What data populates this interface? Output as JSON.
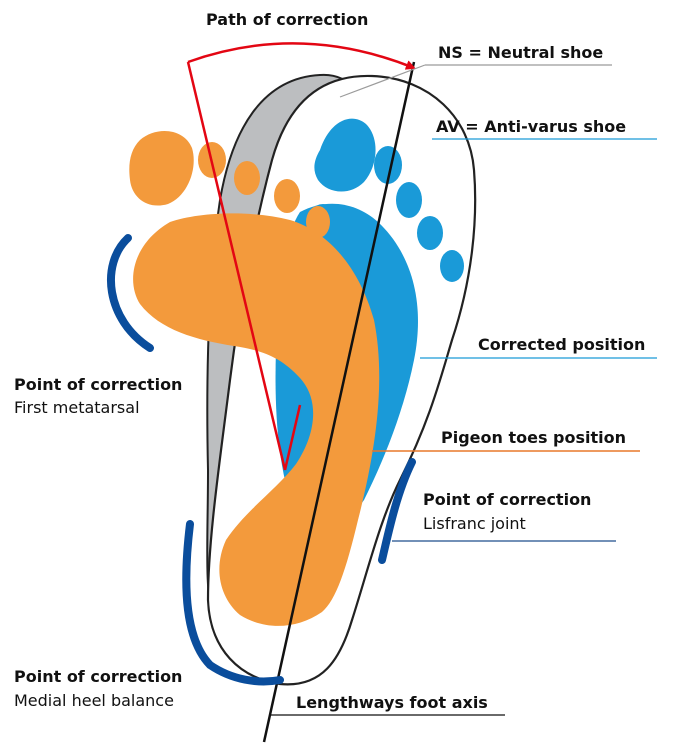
{
  "labels": {
    "path_of_correction": "Path of correction",
    "neutral_shoe": "NS = Neutral shoe",
    "anti_varus_shoe": "AV = Anti-varus shoe",
    "corrected_position": "Corrected position",
    "pigeon_toes_position": "Pigeon toes position",
    "point_first_metatarsal_title": "Point of correction",
    "point_first_metatarsal_sub": "First metatarsal",
    "point_lisfranc_title": "Point of correction",
    "point_lisfranc_sub": "Lisfranc joint",
    "point_heel_title": "Point of correction",
    "point_heel_sub": "Medial heel balance",
    "lengthways_axis": "Lengthways foot axis"
  },
  "colors": {
    "neutral_shoe": "#bcbec0",
    "corrected_foot": "#1a9ad8",
    "pigeon_toes_foot": "#f39a3c",
    "correction_arc": "#e30613",
    "correction_marks": "#0a4d9c",
    "neutral_shoe_line": "#9b9b9b",
    "corrected_line": "#1a9ad8",
    "pigeon_line": "#e8782a",
    "lisfranc_line": "#1f4e8c"
  }
}
